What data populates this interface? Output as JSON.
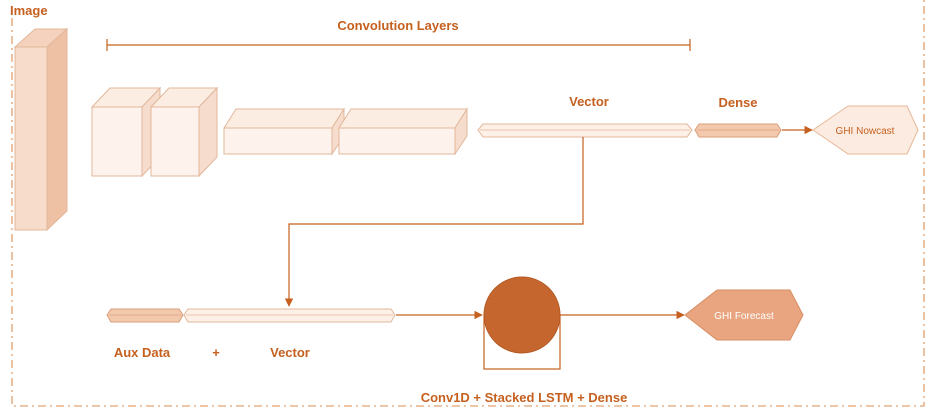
{
  "labels": {
    "image": "Image",
    "convolution_layers": "Convolution Layers",
    "vector_top": "Vector",
    "dense": "Dense",
    "ghi_nowcast": "GHI Nowcast",
    "aux_data": "Aux Data",
    "plus": "+",
    "vector_bottom": "Vector",
    "ghi_forecast": "GHI Forecast",
    "model_caption": "Conv1D + Stacked LSTM + Dense"
  },
  "colors": {
    "accent": "#c5601f",
    "box_fill": "#fbe7db",
    "box_stroke": "#e2b79b",
    "circle_fill": "#c4662e",
    "diamond_fill": "#e8a57f",
    "border": "#e0a070"
  }
}
